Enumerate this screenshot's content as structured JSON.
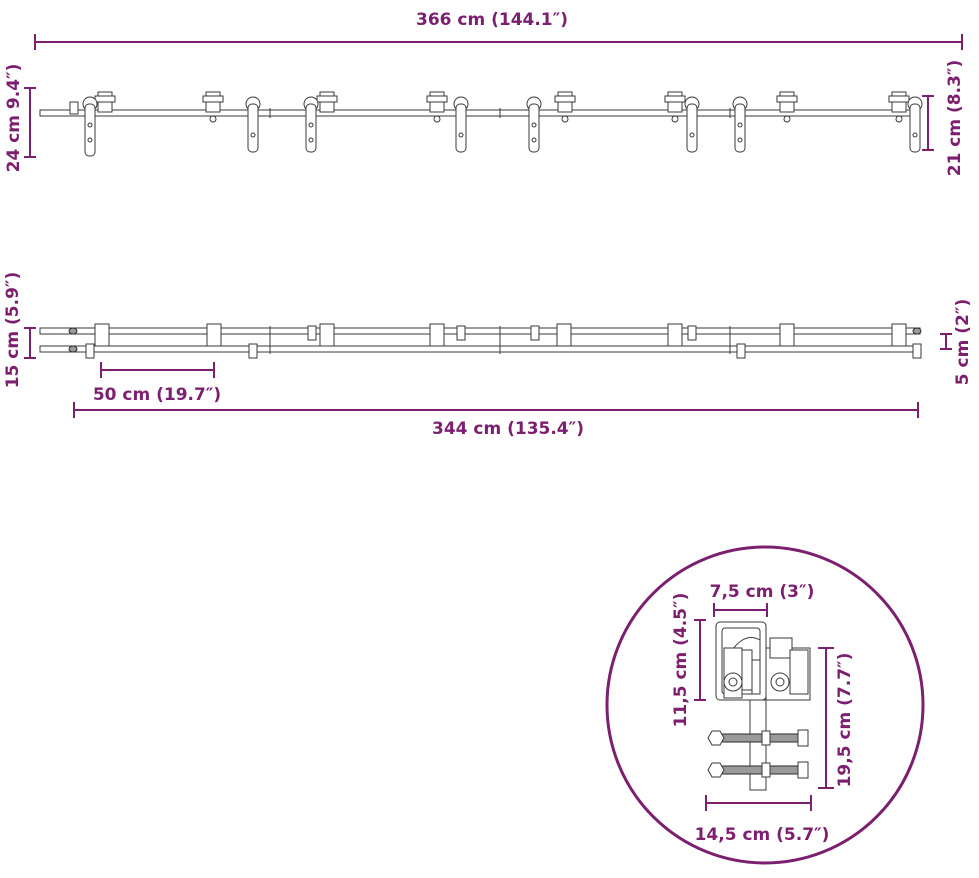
{
  "dimensions": {
    "top_width": "366 cm (144.1″)",
    "top_left_height": "24 cm 9.4″)",
    "top_right_height": "21 cm (8.3″)",
    "mid_left_height": "15 cm (5.9″)",
    "mid_right_height": "5 cm (2″)",
    "mid_spacing": "50 cm (19.7″)",
    "mid_width": "344 cm (135.4″)",
    "detail_top_width": "7,5 cm (3″)",
    "detail_left_height": "11,5 cm (4.5″)",
    "detail_right_height": "19,5 cm (7.7″)",
    "detail_bottom_width": "14,5 cm (5.7″)"
  },
  "colors": {
    "accent": "#7b1f6e",
    "line_art": "#3a3a3a"
  }
}
